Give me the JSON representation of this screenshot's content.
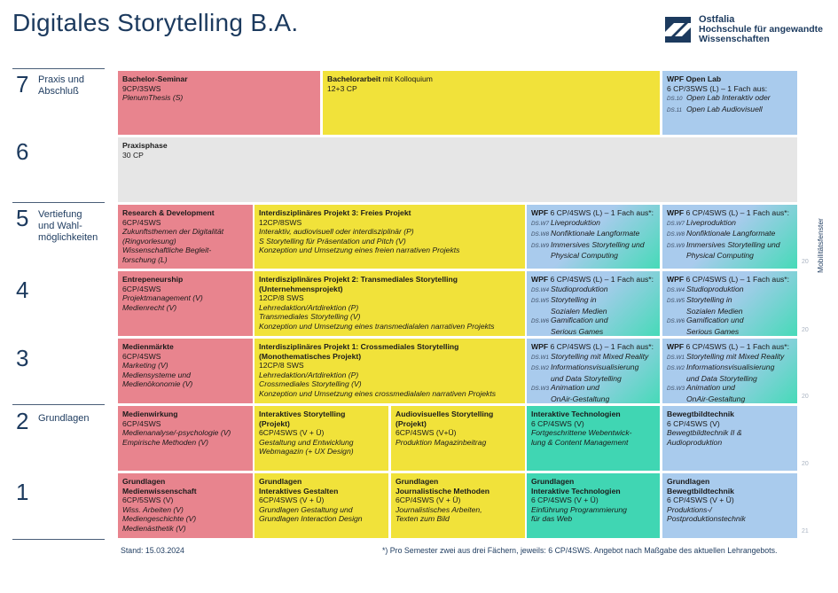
{
  "title": "Digitales Storytelling B.A.",
  "logo": {
    "line1": "Ostfalia",
    "line2": "Hochschule für angewandte",
    "line3": "Wissenschaften"
  },
  "semesters": [
    {
      "num": "7",
      "label": [
        "Praxis und",
        "Abschluß"
      ]
    },
    {
      "num": "6",
      "label": []
    },
    {
      "num": "5",
      "label": [
        "Vertiefung",
        "und Wahl-",
        "möglichkeiten"
      ]
    },
    {
      "num": "4",
      "label": []
    },
    {
      "num": "3",
      "label": []
    },
    {
      "num": "2",
      "label": [
        "Grundlagen"
      ]
    },
    {
      "num": "1",
      "label": []
    }
  ],
  "side_label": "Mobilitätsfenster",
  "years": [
    "20",
    "20",
    "20",
    "20",
    "21"
  ],
  "modules": {
    "s7_seminar": {
      "title": "Bachelor-Seminar",
      "lines": [
        "9CP/3SWS"
      ],
      "italic": [
        "PlenumThesis (S)"
      ]
    },
    "s7_arbeit": {
      "title": "Bachelorarbeit",
      "title_rest": " mit Kolloquium",
      "lines": [
        "12+3 CP"
      ]
    },
    "s7_wpf": {
      "title": "WPF Open Lab",
      "lines": [
        "6 CP/3SWS (L) – 1 Fach aus:"
      ],
      "items": [
        [
          "DS.10",
          "Open Lab Interaktiv oder"
        ],
        [
          "DS.11",
          "Open Lab Audiovisuell"
        ]
      ]
    },
    "s6_praxis": {
      "title": "Praxisphase",
      "lines": [
        "30 CP"
      ]
    },
    "s5_research": {
      "title": "Research & Development",
      "lines": [
        "6CP/4SWS"
      ],
      "italic": [
        "Zukunftsthemen der Digitalität",
        "(Ringvorlesung)",
        "Wissenschaftliche Begleit-",
        "forschung (L)"
      ]
    },
    "s5_projekt": {
      "title": "Interdisziplinäres Projekt 3: Freies Projekt",
      "lines": [
        "12CP/8SWS"
      ],
      "italic": [
        "Interaktiv, audiovisuell oder interdisziplinär (P)",
        "S Storytelling für Präsentation und Pitch (V)",
        "Konzeption und Umsetzung eines freien narrativen Projekts"
      ]
    },
    "s5_wpf1": {
      "title": "WPF",
      "head": " 6 CP/4SWS (L) – 1 Fach aus*:",
      "items": [
        [
          "DS.W7",
          "Liveproduktion"
        ],
        [
          "DS.W8",
          "Nonfiktionale Langformate"
        ],
        [
          "DS.W9",
          "Immersives Storytelling und"
        ],
        [
          "",
          "Physical Computing"
        ]
      ]
    },
    "s5_wpf2": {
      "title": "WPF",
      "head": " 6 CP/4SWS (L) – 1 Fach aus*:",
      "items": [
        [
          "DS.W7",
          "Liveproduktion"
        ],
        [
          "DS.W8",
          "Nonfiktionale Langformate"
        ],
        [
          "DS.W9",
          "Immersives Storytelling und"
        ],
        [
          "",
          "Physical Computing"
        ]
      ]
    },
    "s4_entre": {
      "title": "Entrepeneurship",
      "lines": [
        "6CP/4SWS"
      ],
      "italic": [
        "Projektmanagement (V)",
        "Medienrecht (V)"
      ]
    },
    "s4_projekt": {
      "title": "Interdisziplinäres Projekt 2: Transmediales Storytelling",
      "title2": "(Unternehmensprojekt)",
      "lines": [
        "12CP/8 SWS"
      ],
      "italic": [
        "Lehrredaktion/Artdirektion (P)",
        "Transmediales Storytelling (V)",
        "Konzeption und Umsetzung eines transmedialalen narrativen Projekts"
      ]
    },
    "s4_wpf1": {
      "title": "WPF",
      "head": " 6 CP/4SWS (L) – 1 Fach aus*:",
      "items": [
        [
          "DS.W4",
          "Studioproduktion"
        ],
        [
          "DS.W5",
          "Storytelling in"
        ],
        [
          "",
          "Sozialen Medien"
        ],
        [
          "DS.W6",
          "Gamification und"
        ],
        [
          "",
          "Serious Games"
        ]
      ]
    },
    "s4_wpf2": {
      "title": "WPF",
      "head": " 6 CP/4SWS (L) – 1 Fach aus*:",
      "items": [
        [
          "DS.W4",
          "Studioproduktion"
        ],
        [
          "DS.W5",
          "Storytelling in"
        ],
        [
          "",
          "Sozialen Medien"
        ],
        [
          "DS.W6",
          "Gamification und"
        ],
        [
          "",
          "Serious Games"
        ]
      ]
    },
    "s3_maerkte": {
      "title": "Medienmärkte",
      "lines": [
        "6CP/4SWS"
      ],
      "italic": [
        "Marketing (V)",
        "Mediensysteme und",
        "Medienökonomie (V)"
      ]
    },
    "s3_projekt": {
      "title": "Interdisziplinäres Projekt 1: Crossmediales Storytelling",
      "title2": "(Monothematisches Projekt)",
      "lines": [
        "12CP/8 SWS"
      ],
      "italic": [
        "Lehrredaktion/Artdirektion  (P)",
        "Crossmediales Storytelling (V)",
        "Konzeption und Umsetzung eines crossmedialalen narrativen Projekts"
      ]
    },
    "s3_wpf1": {
      "title": "WPF",
      "head": " 6 CP/4SWS (L) – 1 Fach aus*:",
      "items": [
        [
          "DS.W1",
          "Storytelling mit Mixed Reality"
        ],
        [
          "DS.W2",
          "Informationsvisualisierung"
        ],
        [
          "",
          "und Data Storytelling"
        ],
        [
          "DS.W3",
          "Animation und"
        ],
        [
          "",
          "OnAir-Gestaltung"
        ]
      ]
    },
    "s3_wpf2": {
      "title": "WPF",
      "head": " 6 CP/4SWS (L) – 1 Fach aus*:",
      "items": [
        [
          "DS.W1",
          "Storytelling mit Mixed Reality"
        ],
        [
          "DS.W2",
          "Informationsvisualisierung"
        ],
        [
          "",
          "und Data Storytelling"
        ],
        [
          "DS.W3",
          "Animation und"
        ],
        [
          "",
          "OnAir-Gestaltung"
        ]
      ]
    },
    "s2_wirkung": {
      "title": "Medienwirkung",
      "lines": [
        "6CP/4SWS"
      ],
      "italic": [
        "Medienanalyse/-psychologie (V)",
        "Empirische Methoden (V)"
      ]
    },
    "s2_interaktiv": {
      "title": "Interaktives Storytelling",
      "title2": "(Projekt)",
      "lines": [
        "6CP/4SWS (V + Ü)"
      ],
      "italic": [
        "Gestaltung und Entwicklung",
        "Webmagazin (+ UX Design)"
      ]
    },
    "s2_audio": {
      "title": "Audiovisuelles Storytelling",
      "title2": "(Projekt)",
      "lines": [
        "6CP/4SWS (V+Ü)"
      ],
      "italic": [
        "Produktion Magazinbeitrag"
      ]
    },
    "s2_tech": {
      "title": "Interaktive Technologien",
      "lines": [
        "6 CP/4SWS (V)"
      ],
      "italic": [
        "Fortgeschrittene Webentwick-",
        "lung & Content Management"
      ]
    },
    "s2_bewegt": {
      "title": "Bewegtbildtechnik",
      "lines": [
        "6 CP/4SWS (V)"
      ],
      "italic": [
        "Bewegtbildtechnik II &",
        "Audioproduktion"
      ]
    },
    "s1_medien": {
      "title": "Grundlagen",
      "title2": "Medienwissenschaft",
      "lines": [
        "6CP/5SWS (V)"
      ],
      "italic": [
        "Wiss. Arbeiten (V)",
        "Mediengeschichte (V)",
        "Medienästhetik (V)"
      ]
    },
    "s1_gestalten": {
      "title": "Grundlagen",
      "title2": "Interaktives Gestalten",
      "lines": [
        "6CP/4SWS (V + Ü)"
      ],
      "italic": [
        "Grundlagen Gestaltung und",
        "Grundlagen Interaction Design"
      ]
    },
    "s1_journal": {
      "title": "Grundlagen",
      "title2": "Journalistische Methoden",
      "lines": [
        "6CP/4SWS (V + Ü)"
      ],
      "italic": [
        "Journalistisches Arbeiten,",
        "Texten zum Bild"
      ]
    },
    "s1_tech": {
      "title": "Grundlagen",
      "title2": "Interaktive Technologien",
      "lines": [
        "6 CP/4SWS (V + Ü)"
      ],
      "italic": [
        "Einführung Programmierung",
        "für das Web"
      ]
    },
    "s1_bewegt": {
      "title": "Grundlagen",
      "title2": "Bewegtbildtechnik",
      "lines": [
        "6 CP/4SWS (V + Ü)"
      ],
      "italic": [
        "Produktions-/",
        "Postproduktionstechnik"
      ]
    }
  },
  "footer": {
    "stand": "Stand: 15.03.2024",
    "note": "*) Pro Semester zwei aus drei Fächern, jeweils: 6 CP/4SWS. Angebot nach Maßgabe des aktuellen Lehrangebots."
  }
}
